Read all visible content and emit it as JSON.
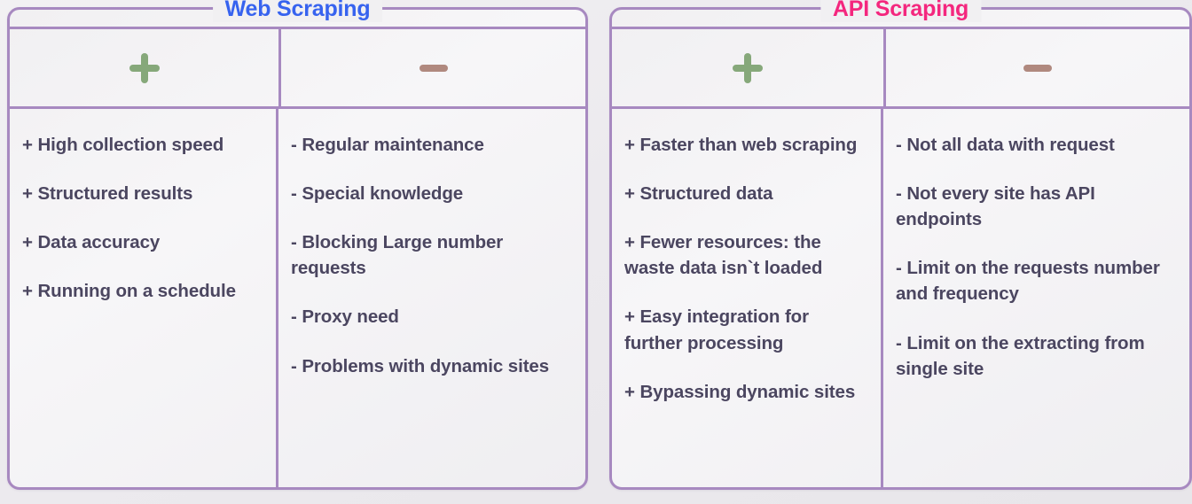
{
  "background_color": "#eceaee",
  "border_color": "#a789c0",
  "text_color": "#4b4660",
  "panels": [
    {
      "title": "Web Scraping",
      "title_color": "#3763ef",
      "pros_icon": "plus-icon",
      "cons_icon": "minus-icon",
      "pros": [
        "+ High collection speed",
        "+ Structured results",
        "+ Data accuracy",
        "+ Running on a schedule"
      ],
      "cons": [
        "- Regular maintenance",
        "- Special knowledge",
        "- Blocking Large number requests",
        "- Proxy need",
        "- Problems with dynamic sites"
      ]
    },
    {
      "title": "API Scraping",
      "title_color": "#f4277e",
      "pros_icon": "plus-icon",
      "cons_icon": "minus-icon",
      "pros": [
        "+ Faster than web scraping",
        "+ Structured data",
        "+ Fewer resources: the waste data isn`t loaded",
        "+ Easy integration for further processing",
        "+ Bypassing dynamic sites"
      ],
      "cons": [
        "- Not all data with request",
        "- Not every site has API endpoints",
        "- Limit on the requests number and frequency",
        "- Limit on the extracting from single site"
      ]
    }
  ]
}
